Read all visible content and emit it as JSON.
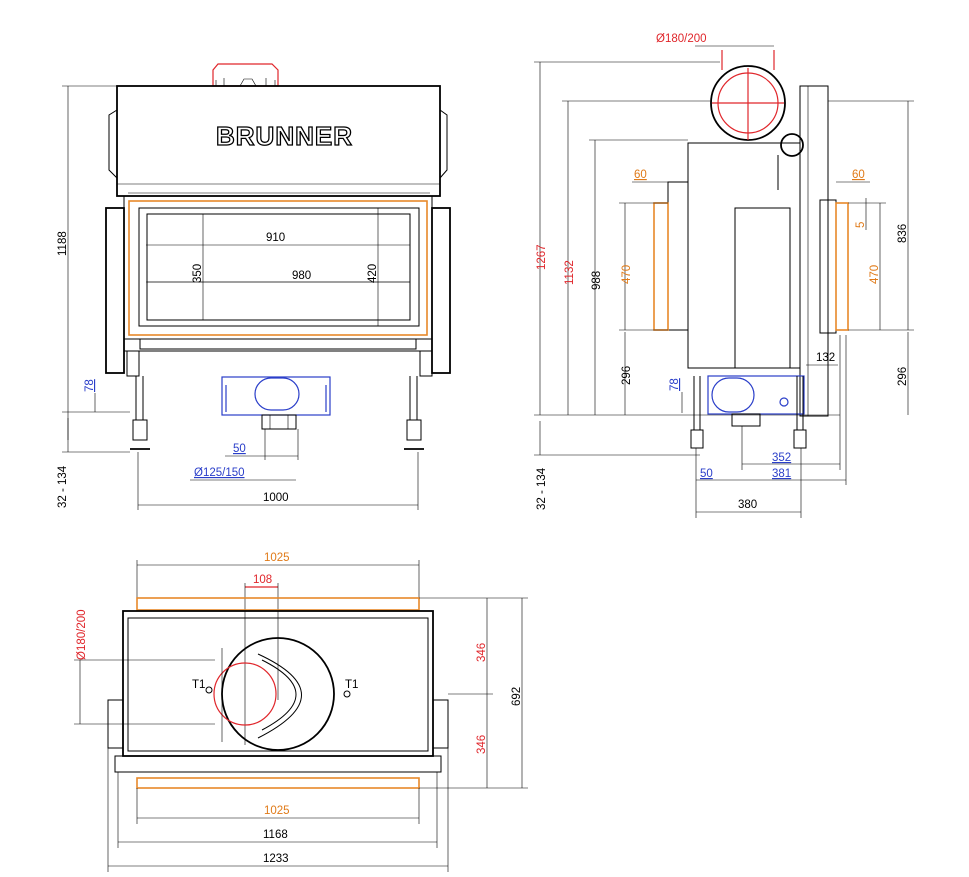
{
  "brand": "BRUNNER",
  "front_view": {
    "height_total": "1188",
    "width_glass": "910",
    "width_inner": "980",
    "height_glass": "350",
    "height_inner": "420",
    "foot_height": "78",
    "leg_adjust": "32 - 134",
    "air_offset": "50",
    "air_diameter": "Ø125/150",
    "width_total": "1000"
  },
  "side_view": {
    "flue_diameter": "Ø180/200",
    "height_total": "1267",
    "height_flue": "1132",
    "height_body": "988",
    "door_height_left": "470",
    "door_height_right": "470",
    "frame_left": "60",
    "frame_right": "60",
    "top_offset": "5",
    "height_frame": "836",
    "base_left": "296",
    "base_right": "296",
    "foot_height": "78",
    "depth_rear": "132",
    "depth_352": "352",
    "depth_381": "381",
    "air_offset": "50",
    "depth_380": "380",
    "leg_adjust": "32 - 134"
  },
  "top_view": {
    "width_top": "1025",
    "flue_offset": "108",
    "flue_diameter": "Ø180/200",
    "half_depth_top": "346",
    "half_depth_bottom": "346",
    "depth_total": "692",
    "sensor_left": "T1",
    "sensor_right": "T1",
    "width_bottom": "1025",
    "width_1168": "1168",
    "width_1233": "1233"
  }
}
